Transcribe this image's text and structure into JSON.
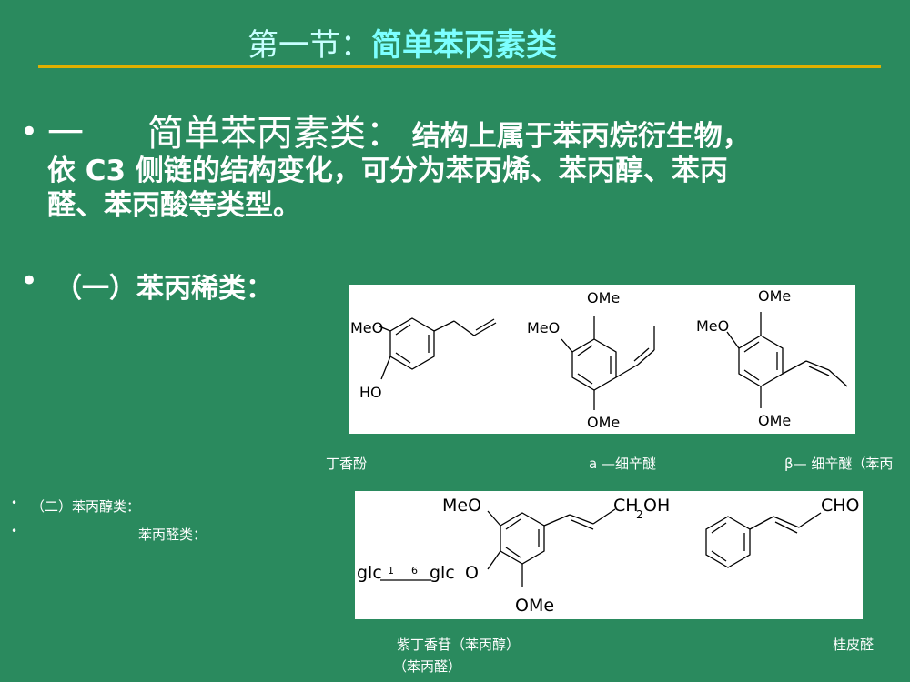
{
  "title": {
    "prefix": "第一节：",
    "main": "简单苯丙素类"
  },
  "section1": {
    "number": "一",
    "heading": "简单苯丙素类：",
    "text_line1": "结构上属于苯丙烷衍生物，",
    "text_line2": "依 C3 侧链的结构变化，可分为苯丙烯、苯丙醇、苯丙",
    "text_line3": "醛、苯丙酸等类型。"
  },
  "subsection1": "（一）苯丙稀类：",
  "subsection2": "（二）苯丙醇类：",
  "subsection3": "苯丙醛类：",
  "figure1": {
    "mol1": {
      "sub1": "MeO",
      "sub2": "HO"
    },
    "mol2": {
      "sub1": "OMe",
      "sub2": "MeO",
      "sub3": "OMe"
    },
    "mol3": {
      "sub1": "OMe",
      "sub2": "MeO",
      "sub3": "OMe"
    },
    "captions": {
      "c1": "丁香酚",
      "c2": "a —细辛醚",
      "c3": "β— 细辛醚（苯丙"
    }
  },
  "figure2": {
    "mol1": {
      "sub1": "MeO",
      "sub2": "CH",
      "sub2_sub": "2",
      "sub2_tail": "OH",
      "glc1": "glc",
      "link_a": "1",
      "link_b": "6",
      "glc2": "glc",
      "o": "O",
      "sub3": "OMe"
    },
    "mol2": {
      "sub1": "CHO"
    },
    "captions": {
      "c1": "紫丁香苷（苯丙醇）",
      "c1b": "（苯丙醛）",
      "c2": "桂皮醛"
    }
  }
}
